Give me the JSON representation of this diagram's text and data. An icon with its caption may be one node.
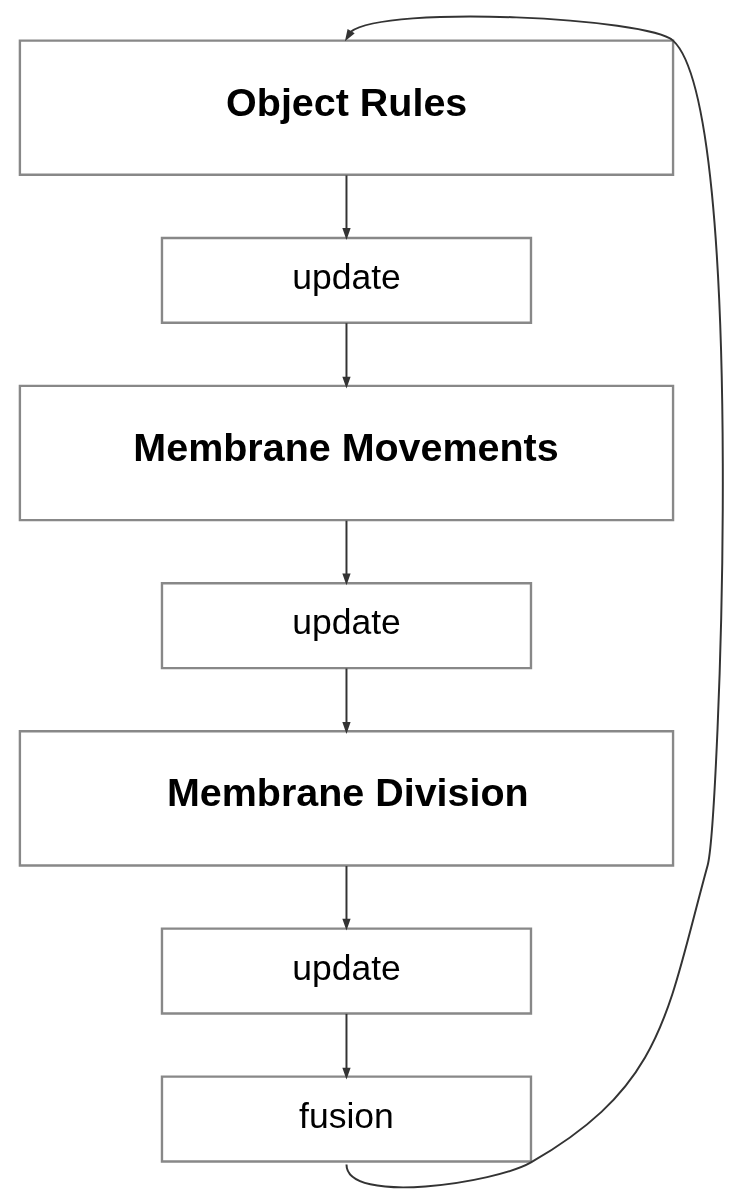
{
  "diagram": {
    "nodes": [
      {
        "text": [
          "Object Rules"
        ]
      },
      {
        "text": [
          "update"
        ]
      },
      {
        "text": [
          "Membrane Movements"
        ]
      },
      {
        "text": [
          "update"
        ]
      },
      {
        "text": [
          "Membrane Division"
        ]
      },
      {
        "text": [
          "update"
        ]
      },
      {
        "text": [
          "fusion"
        ]
      }
    ],
    "edges": [
      {
        "from": 0,
        "to": 1,
        "arrow": "to"
      },
      {
        "from": 1,
        "to": 2,
        "arrow": "to"
      },
      {
        "from": 2,
        "to": 3,
        "arrow": "to"
      },
      {
        "from": 3,
        "to": 4,
        "arrow": "to"
      },
      {
        "from": 4,
        "to": 5,
        "arrow": "to"
      },
      {
        "from": 5,
        "to": 6,
        "arrow": "to"
      },
      {
        "from": 6,
        "to": 0,
        "arrow": "to"
      }
    ]
  }
}
